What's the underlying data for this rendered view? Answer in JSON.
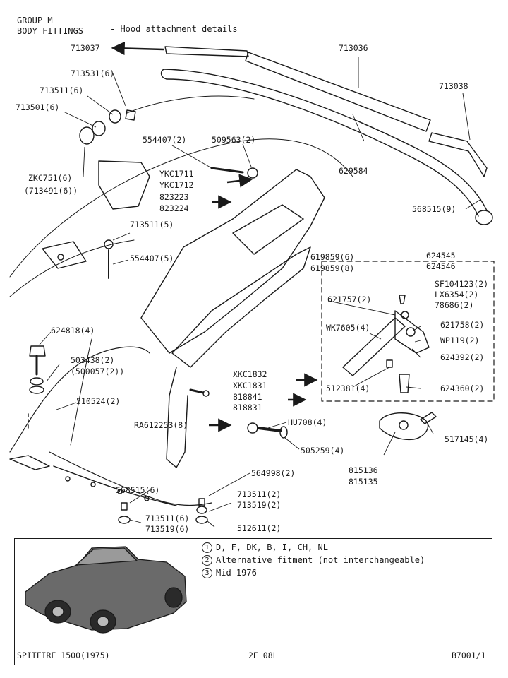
{
  "header": {
    "group": "GROUP M",
    "section": "BODY FITTINGS",
    "subtitle": "- Hood attachment details"
  },
  "parts": {
    "p713037": "713037",
    "p713036": "713036",
    "p713531": "713531(6)",
    "p713511a": "713511(6)",
    "p713501": "713501(6)",
    "p713038": "713038",
    "p554407a": "554407(2)",
    "p509563": "509563(2)",
    "pZKC751": "ZKC751(6)",
    "p713491": "(713491(6))",
    "pYKC1711": "YKC1711",
    "pYKC1712": "YKC1712",
    "p823223": "823223",
    "p823224": "823224",
    "p629584": "629584",
    "p568515a": "568515(9)",
    "p713511b": "713511(5)",
    "p554407b": "554407(5)",
    "p619859a": "619859(6)",
    "p619859b": "619859(8)",
    "p624545": "624545",
    "p624546": "624546",
    "pSF104123": "SF104123(2)",
    "pLX6354": "LX6354(2)",
    "p78686": "78686(2)",
    "p621757": "621757(2)",
    "p621758": "621758(2)",
    "pWK7605": "WK7605(4)",
    "pWP119": "WP119(2)",
    "p624392": "624392(2)",
    "p624818": "624818(4)",
    "p503438": "503438(2)",
    "p500057": "(500057(2))",
    "p510524": "510524(2)",
    "pXKC1832": "XKC1832",
    "pXKC1831": "XKC1831",
    "p818841": "818841",
    "p818831": "818831",
    "p512381": "512381(4)",
    "p624360": "624360(2)",
    "pRA612253": "RA612253(8)",
    "pHU708": "HU708(4)",
    "p505259": "505259(4)",
    "p517145": "517145(4)",
    "p815136": "815136",
    "p815135": "815135",
    "p564998": "564998(2)",
    "p568515b": "568515(6)",
    "p713511c": "713511(2)",
    "p713519a": "713519(2)",
    "p713511d": "713511(6)",
    "p713519b": "713519(6)",
    "p512611": "512611(2)"
  },
  "markers": {
    "m1": "1",
    "m2": "2",
    "m3": "3"
  },
  "legend": {
    "note1": "D, F, DK, B, I, CH, NL",
    "note2": "Alternative fitment (not interchangeable)",
    "note3": "Mid 1976"
  },
  "footer": {
    "model": "SPITFIRE 1500(1975)",
    "page": "2E 08L",
    "ref": "B7001/1"
  }
}
